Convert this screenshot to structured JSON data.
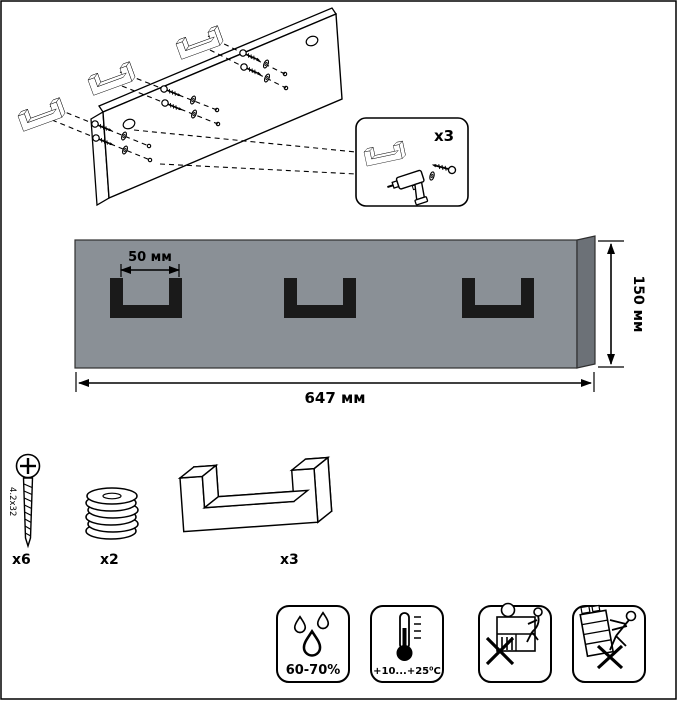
{
  "callout": {
    "count_label": "x3"
  },
  "dimensions": {
    "offset": "50 мм",
    "height": "150 мм",
    "width": "647 мм"
  },
  "parts": {
    "screw_count": "x6",
    "screw_size": "4.2x32",
    "washer_count": "x2",
    "hook_count": "x3"
  },
  "care": {
    "humidity": "60-70%",
    "temperature": "+10...+25⁰C"
  },
  "icons": {
    "humidity": "water-drops-icon",
    "temperature": "thermometer-icon",
    "prohibition_1": "no-climbing-icon",
    "prohibition_2": "no-tipping-icon"
  },
  "colors": {
    "panel": "#8A9096",
    "panel_edge": "#6C7177",
    "hook": "#1A1A1A",
    "line": "#000000",
    "label_gray": "#8a8a8a"
  }
}
